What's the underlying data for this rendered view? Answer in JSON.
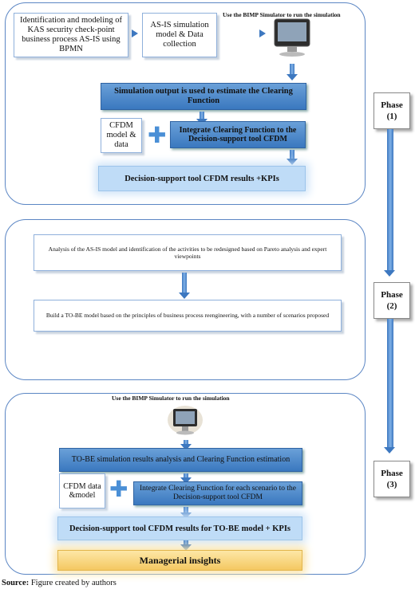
{
  "phase1": {
    "doc_kas": "Identification and modeling of KAS security check-point business process AS-IS using BPMN",
    "doc_asis": "AS-IS simulation model & Data collection",
    "bimp_label": "Use the BIMP Simulator to run the simulation",
    "sim_output": "Simulation output is used to estimate the Clearing Function",
    "cfdm_doc": "CFDM model & data",
    "integrate": "Integrate Clearing Function to the Decision-support tool CFDM",
    "results": "Decision-support tool CFDM results +KPIs"
  },
  "phase2": {
    "analysis": "Analysis of the AS-IS model and identification of the activities to be redesigned based on Pareto analysis and expert viewpoints",
    "build": "Build a TO-BE model based on the principles of business process reengineering, with a number of scenarios proposed"
  },
  "phase3": {
    "bimp_label": "Use the BIMP Simulator to run the simulation",
    "tobe_analysis": "TO-BE simulation results analysis and Clearing Function estimation",
    "cfdm_doc": "CFDM data &model",
    "integrate": "Integrate Clearing Function for each scenario to the Decision-support tool CFDM",
    "results": "Decision-support tool CFDM results for TO-BE model + KPIs",
    "insights": "Managerial insights"
  },
  "phases": [
    {
      "name": "Phase",
      "num": "(1)"
    },
    {
      "name": "Phase",
      "num": "(2)"
    },
    {
      "name": "Phase",
      "num": "(3)"
    }
  ],
  "source": {
    "label": "Source:",
    "text": " Figure created by authors"
  }
}
